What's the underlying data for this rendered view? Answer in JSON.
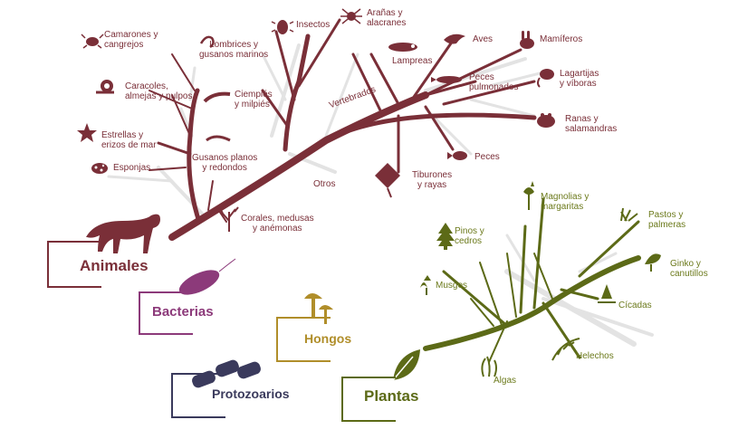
{
  "colors": {
    "animals": "#7a2f38",
    "plants": "#5c6a17",
    "bacteria": "#8c3a7a",
    "fungi": "#b08e2a",
    "protozoa": "#3a3a5c",
    "ghost_branches": "#e0e0e0"
  },
  "kingdoms": {
    "animals": "Animales",
    "bacteria": "Bacterias",
    "fungi": "Hongos",
    "protozoa": "Protozoarios",
    "plants": "Plantas"
  },
  "animal_groups": {
    "crustaceans": "Camarones y\ncangrejos",
    "worms": "Lombrices y\ngusanos marinos",
    "insects": "Insectos",
    "arachnids": "Arañas y\nalacranes",
    "lampreys": "Lampreas",
    "birds": "Aves",
    "mammals": "Mamíferos",
    "molluscs": "Caracoles,\nalmejas y pulpos",
    "myriapods": "Ciempiés\ny milpiés",
    "lungfish": "Peces\npulmonados",
    "reptiles": "Lagartijas\ny víboras",
    "vertebrates": "Vertebrados",
    "amphibians": "Ranas y\nsalamandras",
    "echinoderms": "Estrellas y\nerizos de mar",
    "flatworms": "Gusanos planos\ny redondos",
    "sponges": "Esponjas",
    "fish": "Peces",
    "sharks": "Tiburones\ny rayas",
    "others": "Otros",
    "cnidarians": "Corales, medusas\ny anémonas"
  },
  "plant_groups": {
    "magnolias": "Magnolias y\nmargaritas",
    "grasses": "Pastos y\npalmeras",
    "conifers": "Pinos y\ncedros",
    "ginkgo": "Ginko y\ncanutillos",
    "mosses": "Musgos",
    "cycads": "Cícadas",
    "ferns": "Helechos",
    "algae": "Algas"
  },
  "icons": {
    "animals": "tiger-icon",
    "bacteria": "bacterium-icon",
    "fungi": "mushroom-icon",
    "protozoa": "protozoa-icon",
    "plants": "leaf-icon",
    "crustaceans": "crab-icon",
    "worms": "worm-icon",
    "insects": "beetle-icon",
    "arachnids": "spider-icon",
    "lampreys": "lamprey-icon",
    "birds": "bird-icon",
    "mammals": "rabbit-icon",
    "molluscs": "snail-icon",
    "myriapods": "centipede-icon",
    "lungfish": "lungfish-icon",
    "reptiles": "lizard-icon",
    "amphibians": "frog-icon",
    "echinoderms": "starfish-icon",
    "flatworms": "flatworm-icon",
    "sponges": "sponge-icon",
    "fish": "fish-icon",
    "sharks": "stingray-icon",
    "cnidarians": "coral-icon",
    "magnolias": "tulip-icon",
    "grasses": "grass-icon",
    "conifers": "pine-icon",
    "ginkgo": "ginkgo-icon",
    "mosses": "moss-icon",
    "cycads": "cycad-icon",
    "ferns": "fern-icon",
    "algae": "algae-icon"
  }
}
